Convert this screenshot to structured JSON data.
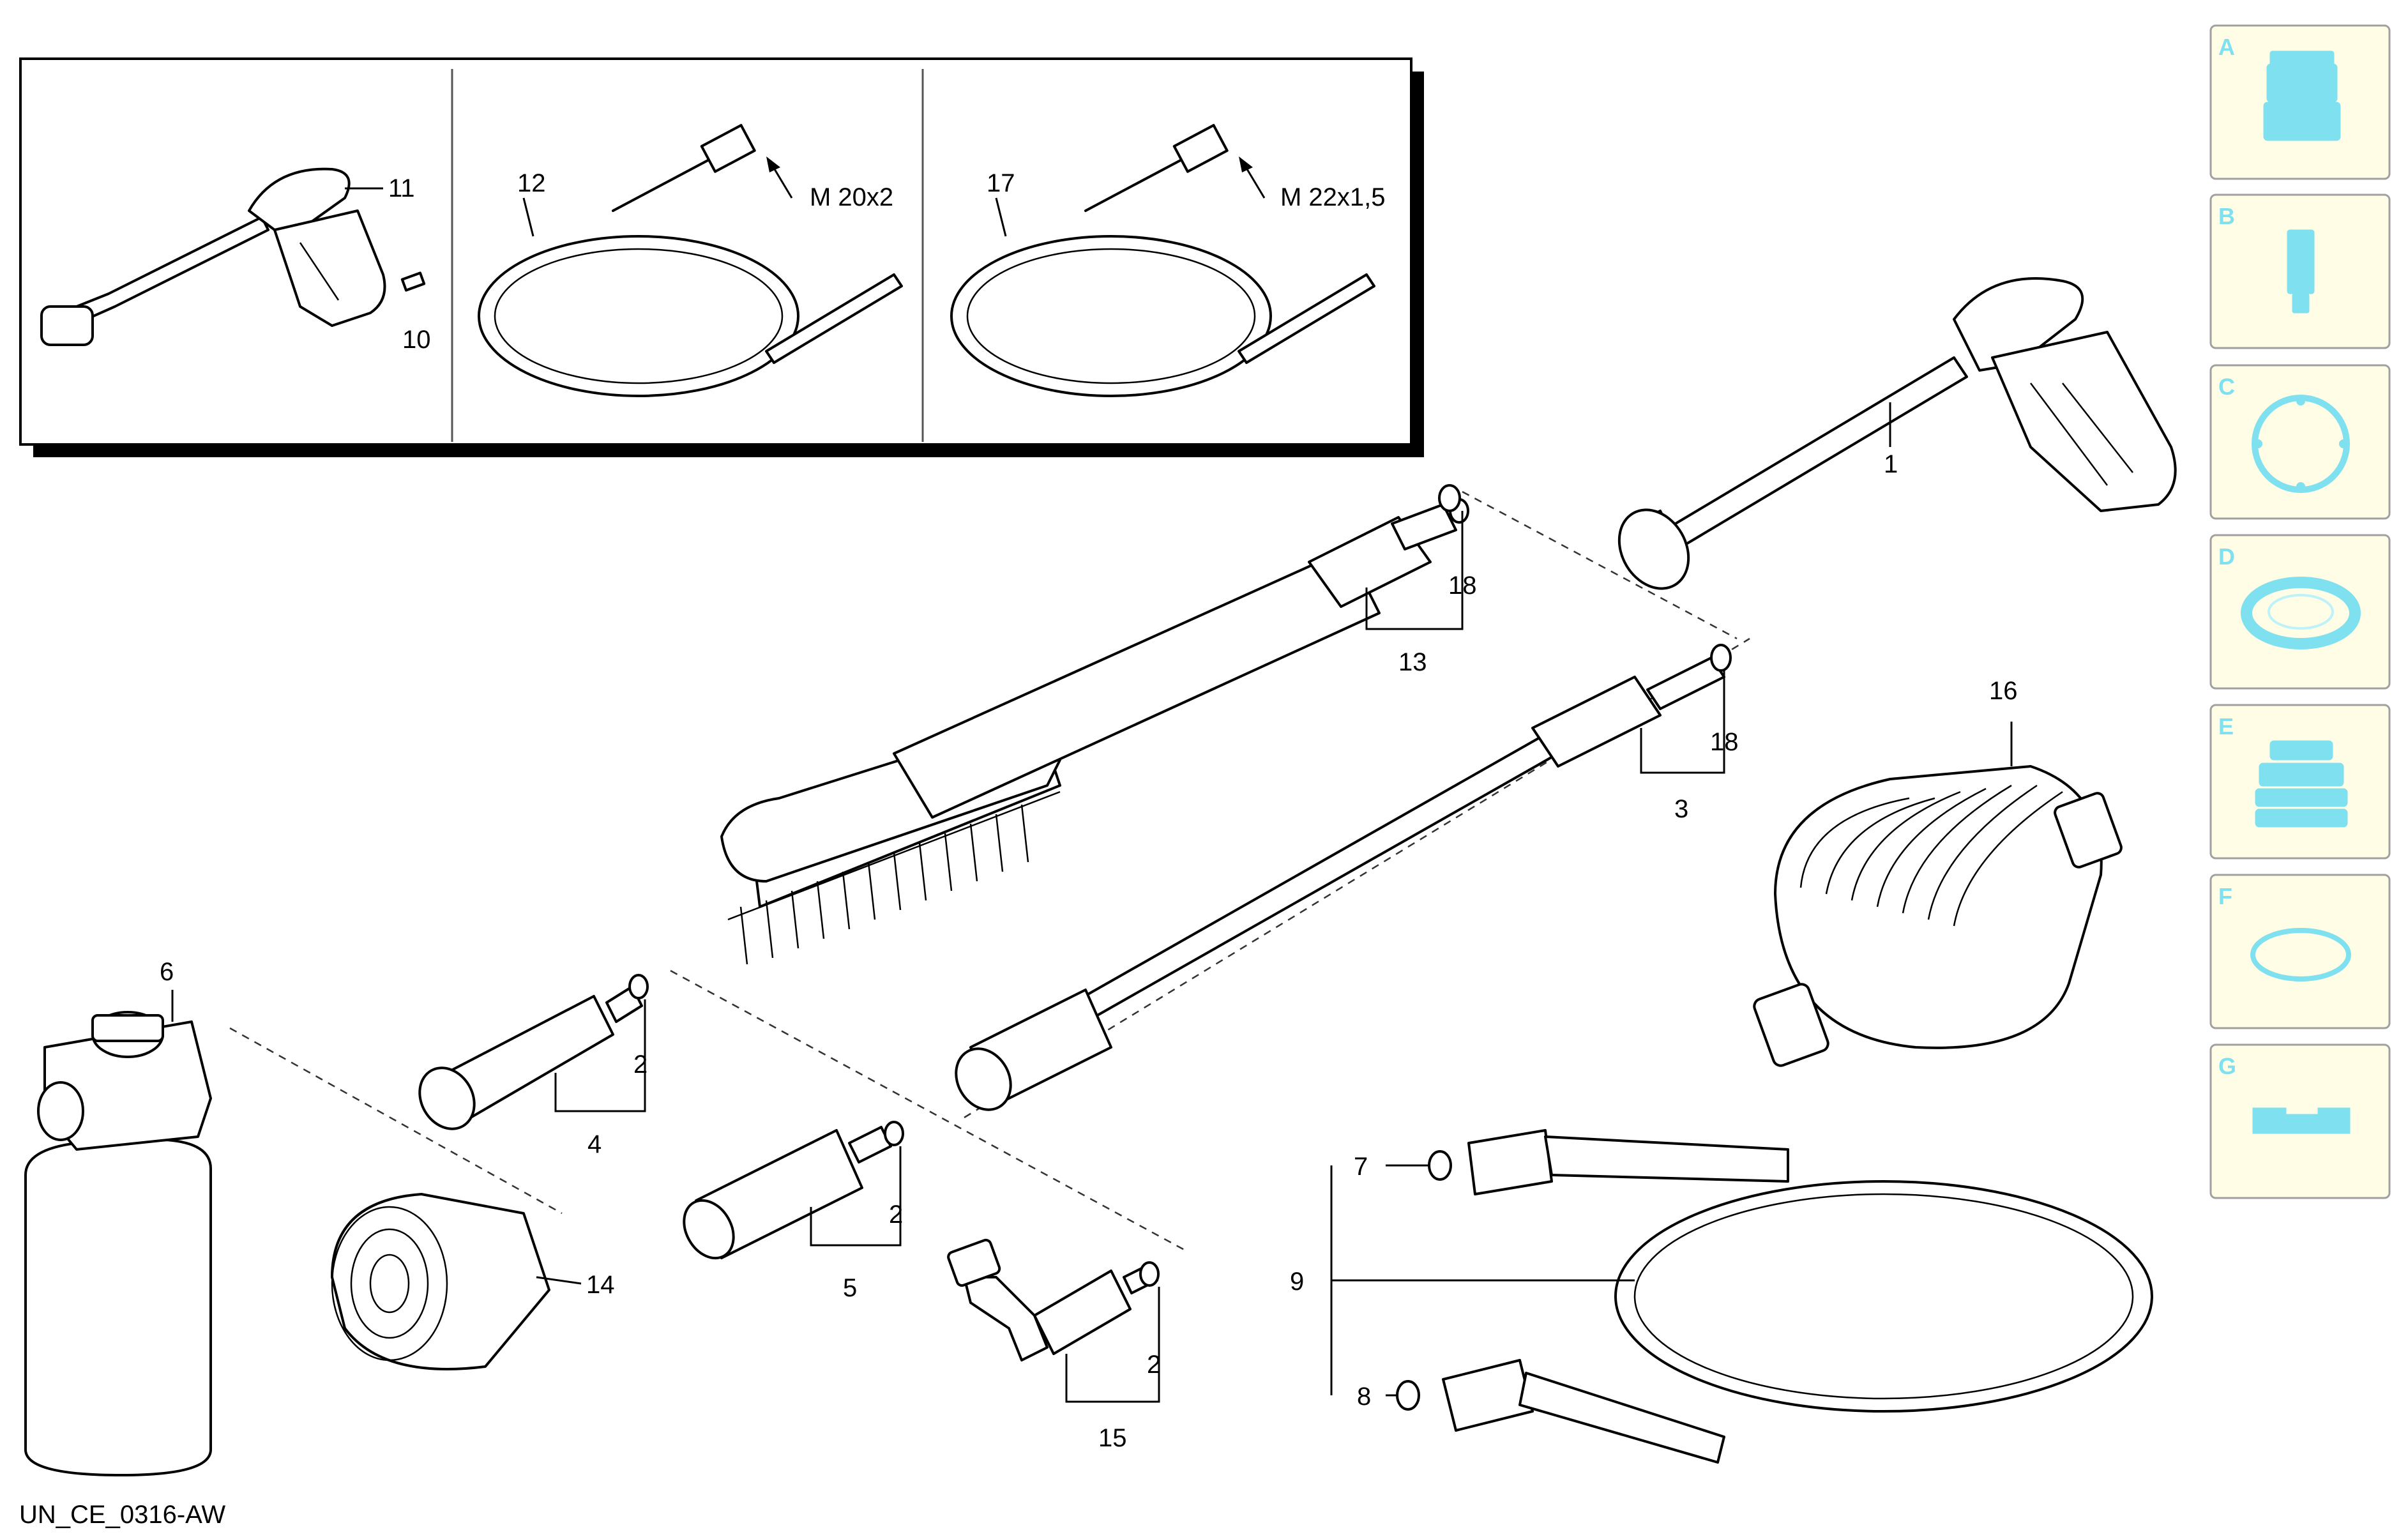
{
  "diagram": {
    "inset_labels": {
      "gun": "11",
      "clip": "10",
      "hose_a": "12",
      "thread_a": "M 20x2",
      "hose_b": "17",
      "thread_b": "M 22x1,5"
    },
    "part_numbers": {
      "gun": "1",
      "nozzle_a_oring": "2",
      "nozzle_b_oring": "2",
      "angle_oring": "2",
      "lance": "3",
      "nozzle_a": "4",
      "nozzle_b": "5",
      "foam": "6",
      "oring_7": "7",
      "oring_8": "8",
      "hose": "9",
      "brush": "13",
      "brush_head": "14",
      "angle": "15",
      "coil": "16",
      "brush_oring": "18",
      "lance_oring": "18"
    },
    "drawing_code": "UN_CE_0316-AW",
    "legend": [
      {
        "letter": "A",
        "icon": "nozzle-fitting-icon"
      },
      {
        "letter": "B",
        "icon": "filter-insert-icon"
      },
      {
        "letter": "C",
        "icon": "gasket-ring-icon"
      },
      {
        "letter": "D",
        "icon": "seal-washer-icon"
      },
      {
        "letter": "E",
        "icon": "threaded-connector-icon"
      },
      {
        "letter": "F",
        "icon": "o-ring-icon"
      },
      {
        "letter": "G",
        "icon": "clip-icon"
      }
    ]
  }
}
